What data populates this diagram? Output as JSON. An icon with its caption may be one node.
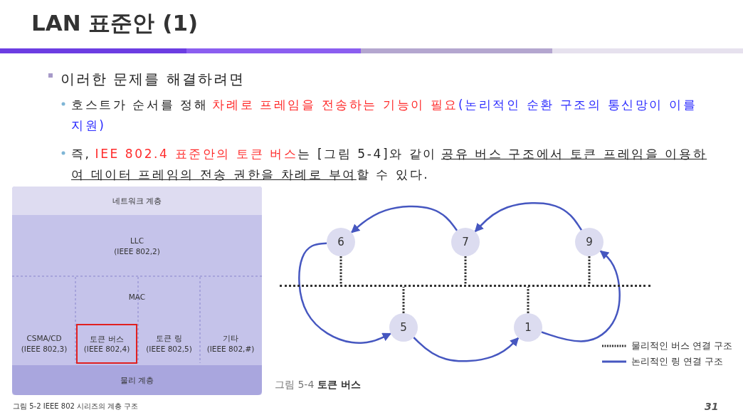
{
  "diagram": {
    "title": "LAN 표준안 (1)",
    "nodes": [
      {
        "text": [
          "네트워크 계층"
        ]
      },
      {
        "text": [
          "LLC",
          "(IEEE 802,2)"
        ]
      },
      {
        "text": [
          "MAC"
        ]
      },
      {
        "text": [
          "CSMA/CD",
          "(IEEE 802,3)"
        ],
        "in": 2
      },
      {
        "text": [
          "토큰 버스",
          "(IEEE 802,4)"
        ],
        "in": 2
      },
      {
        "text": [
          "토큰 링",
          "(IEEE 802,5)"
        ],
        "in": 2
      },
      {
        "text": [
          "기타",
          "(IEEE 802,#)"
        ],
        "in": 2
      },
      {
        "text": [
          "물리 계층"
        ]
      },
      {
        "text": [
          "6"
        ]
      },
      {
        "text": [
          "7"
        ]
      },
      {
        "text": [
          "9"
        ]
      },
      {
        "text": [
          "5"
        ]
      },
      {
        "text": [
          "1"
        ]
      },
      {
        "text": [],
        "shape": "bar"
      }
    ],
    "edges": [
      {
        "from": 8,
        "to": 13,
        "arrow": "none",
        "style": "dashed",
        "color": "#333333"
      },
      {
        "from": 9,
        "to": 13,
        "arrow": "none",
        "style": "dashed",
        "color": "#333333"
      },
      {
        "from": 10,
        "to": 13,
        "arrow": "none",
        "style": "dashed",
        "color": "#333333"
      },
      {
        "from": 11,
        "to": 13,
        "arrow": "none",
        "style": "dashed",
        "color": "#333333"
      },
      {
        "from": 12,
        "to": 13,
        "arrow": "none",
        "style": "dashed",
        "color": "#333333"
      },
      {
        "from": 9,
        "to": 8,
        "arrow": "to",
        "color": "#4657c0"
      },
      {
        "from": 10,
        "to": 9,
        "arrow": "to",
        "color": "#4657c0"
      },
      {
        "from": 8,
        "to": 11,
        "arrow": "to",
        "color": "#4657c0"
      },
      {
        "from": 11,
        "to": 12,
        "arrow": "to",
        "color": "#4657c0"
      },
      {
        "from": 12,
        "to": 10,
        "arrow": "to",
        "color": "#4657c0"
      }
    ],
    "labels": [
      "이러한 문제를 해결하려면",
      "호스트가 순서를 정해",
      "차례로 프레임을 전송하는 기능이 필요",
      "(논리적인 순환 구조의 통신망이 이를 지원)",
      "즉,",
      "IEE 802.4 표준안의 토큰 버스",
      "는 [그림 5-4]와 같이",
      "공유 버스 구조에서 토큰 프레임을 이용하여 데이터 프레임의 전송 권한을 차례로 부여",
      "할 수 있다.",
      "그림 5-2 IEEE 802 시리즈의 계층 구조",
      "그림 5-4 **토큰 버스**",
      "31"
    ],
    "legend": [
      {
        "text": "물리적인 버스 연결 구조"
      },
      {
        "text": "논리적인 링 연결 구조"
      }
    ]
  }
}
